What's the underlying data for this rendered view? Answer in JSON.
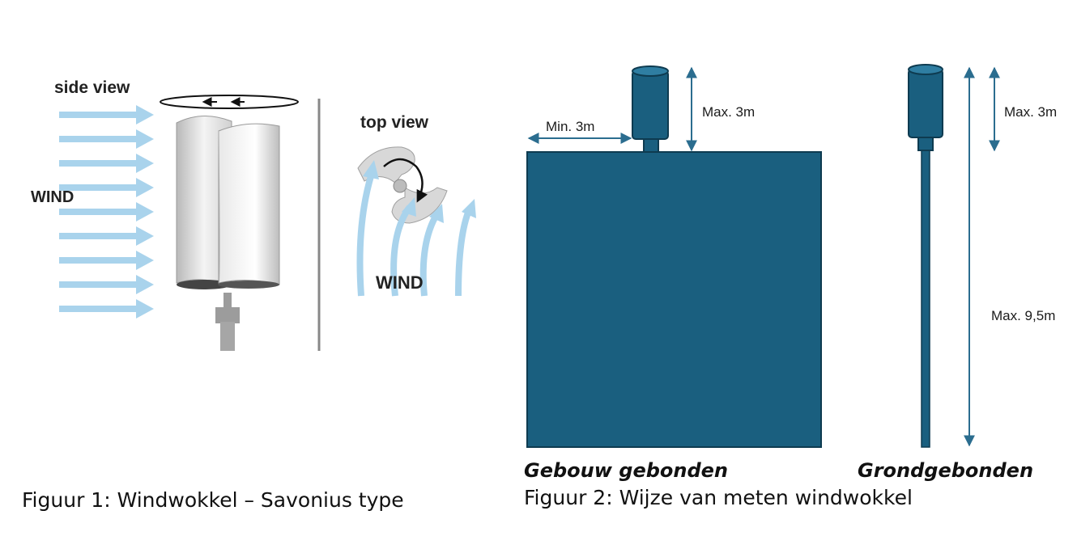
{
  "figure1": {
    "side_view_label": "side view",
    "top_view_label": "top view",
    "wind_label_side": "WIND",
    "wind_label_top": "WIND",
    "caption": "Figuur 1: Windwokkel – Savonius type"
  },
  "figure2": {
    "min_offset_label": "Min. 3m",
    "max_height_building_label": "Max. 3m",
    "max_height_pole_top_label": "Max. 3m",
    "max_total_height_label": "Max. 9,5m",
    "building_label": "Gebouw gebonden",
    "ground_label": "Grondgebonden",
    "caption": "Figuur 2: Wijze van meten windwokkel"
  },
  "colors": {
    "wind_arrow": "#a9d3ec",
    "turbine_blue": "#1a5f7f",
    "dim_arrow": "#2b6d8f",
    "divider": "#888888"
  }
}
